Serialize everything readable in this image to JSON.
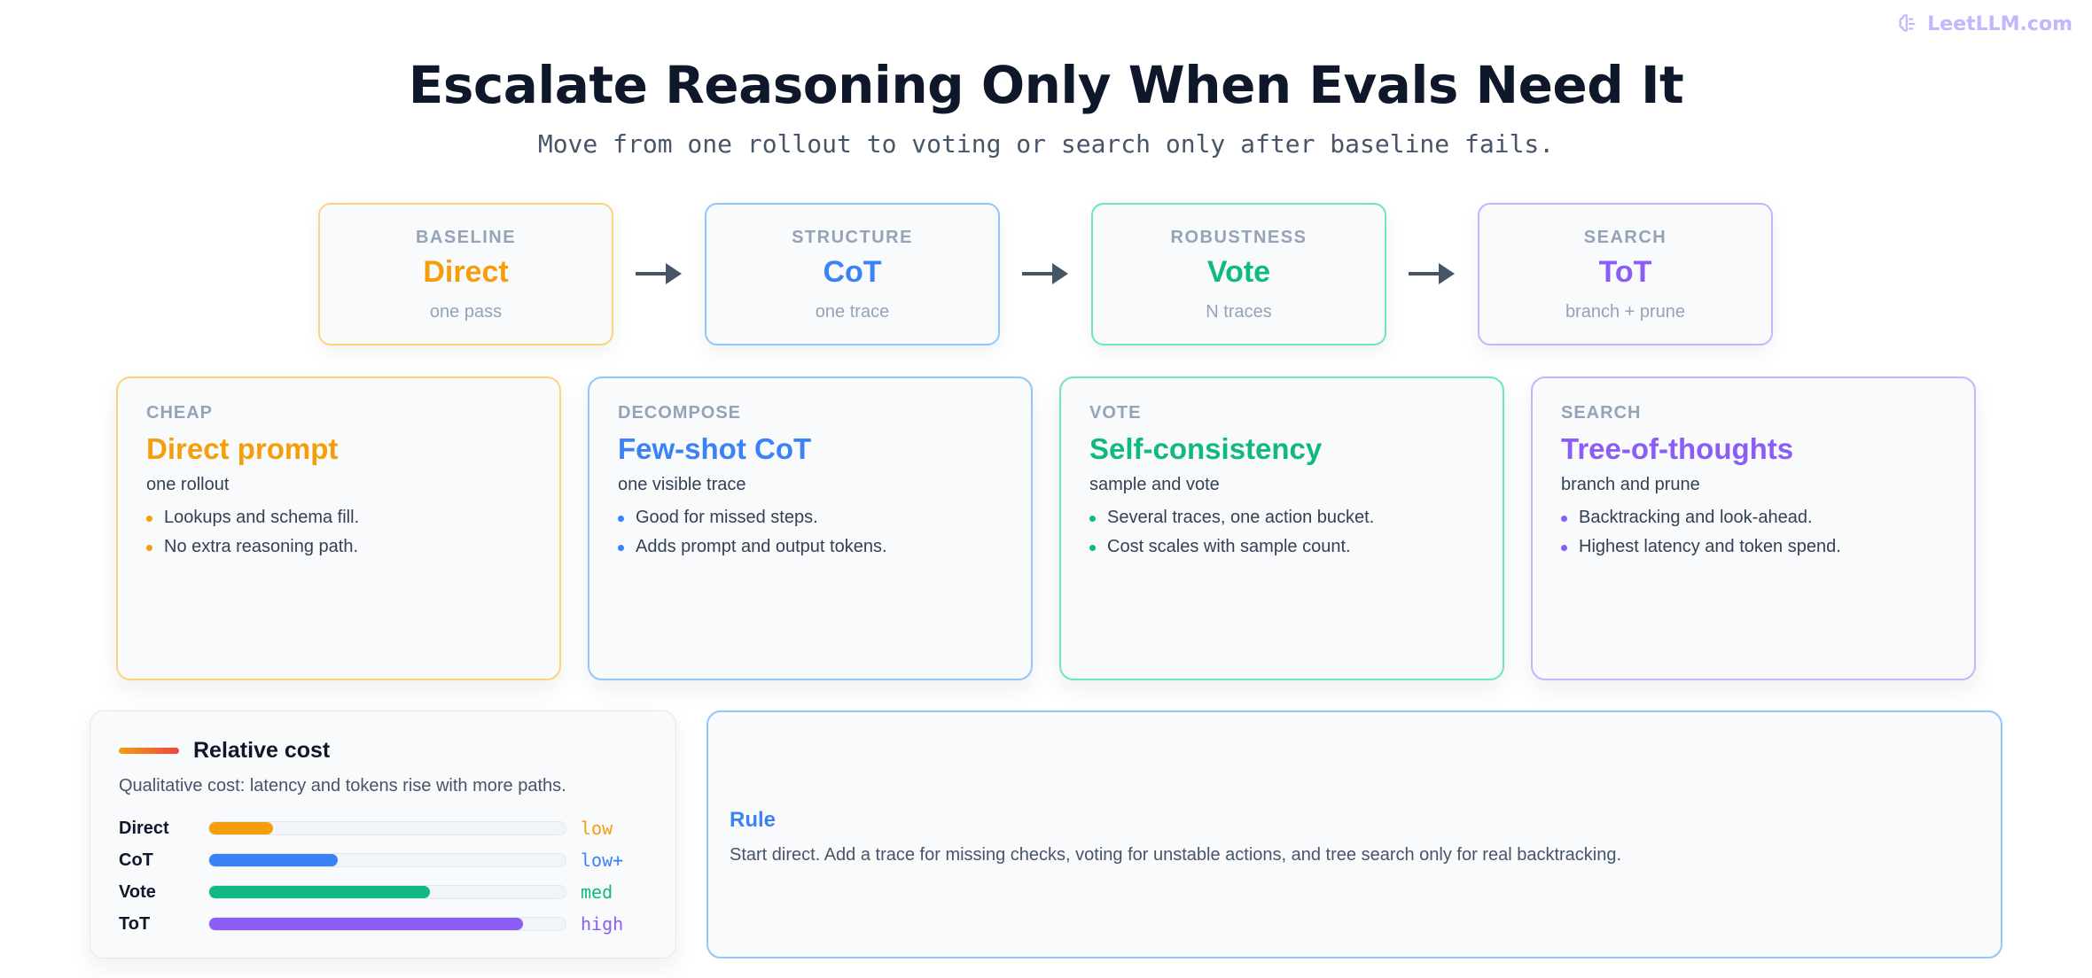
{
  "brand": {
    "name": "LeetLLM.com",
    "icon": "brain-icon"
  },
  "header": {
    "title": "Escalate Reasoning Only When Evals Need It",
    "subtitle": "Move from one rollout to voting or search only after baseline fails."
  },
  "colors": {
    "orange": "#f59e0b",
    "blue": "#3b82f6",
    "green": "#10b981",
    "purple": "#8b5cf6"
  },
  "pipeline": [
    {
      "kicker": "BASELINE",
      "name": "Direct",
      "sub": "one pass"
    },
    {
      "kicker": "STRUCTURE",
      "name": "CoT",
      "sub": "one trace"
    },
    {
      "kicker": "ROBUSTNESS",
      "name": "Vote",
      "sub": "N traces"
    },
    {
      "kicker": "SEARCH",
      "name": "ToT",
      "sub": "branch + prune"
    }
  ],
  "cards": [
    {
      "kicker": "CHEAP",
      "name": "Direct prompt",
      "sub": "one rollout",
      "bullets": [
        "Lookups and schema fill.",
        "No extra reasoning path."
      ]
    },
    {
      "kicker": "DECOMPOSE",
      "name": "Few-shot CoT",
      "sub": "one visible trace",
      "bullets": [
        "Good for missed steps.",
        "Adds prompt and output tokens."
      ]
    },
    {
      "kicker": "VOTE",
      "name": "Self-consistency",
      "sub": "sample and vote",
      "bullets": [
        "Several traces, one action bucket.",
        "Cost scales with sample count."
      ]
    },
    {
      "kicker": "SEARCH",
      "name": "Tree-of-thoughts",
      "sub": "branch and prune",
      "bullets": [
        "Backtracking and look-ahead.",
        "Highest latency and token spend."
      ]
    }
  ],
  "cost": {
    "title": "Relative cost",
    "description": "Qualitative cost: latency and tokens rise with more paths.",
    "rows": [
      {
        "label": "Direct",
        "level": 0.18,
        "value": "low"
      },
      {
        "label": "CoT",
        "level": 0.36,
        "value": "low+"
      },
      {
        "label": "Vote",
        "level": 0.62,
        "value": "med"
      },
      {
        "label": "ToT",
        "level": 0.88,
        "value": "high"
      }
    ]
  },
  "rule": {
    "title": "Rule",
    "text": "Start direct. Add a trace for missing checks, voting for unstable actions, and tree search only for real backtracking."
  }
}
